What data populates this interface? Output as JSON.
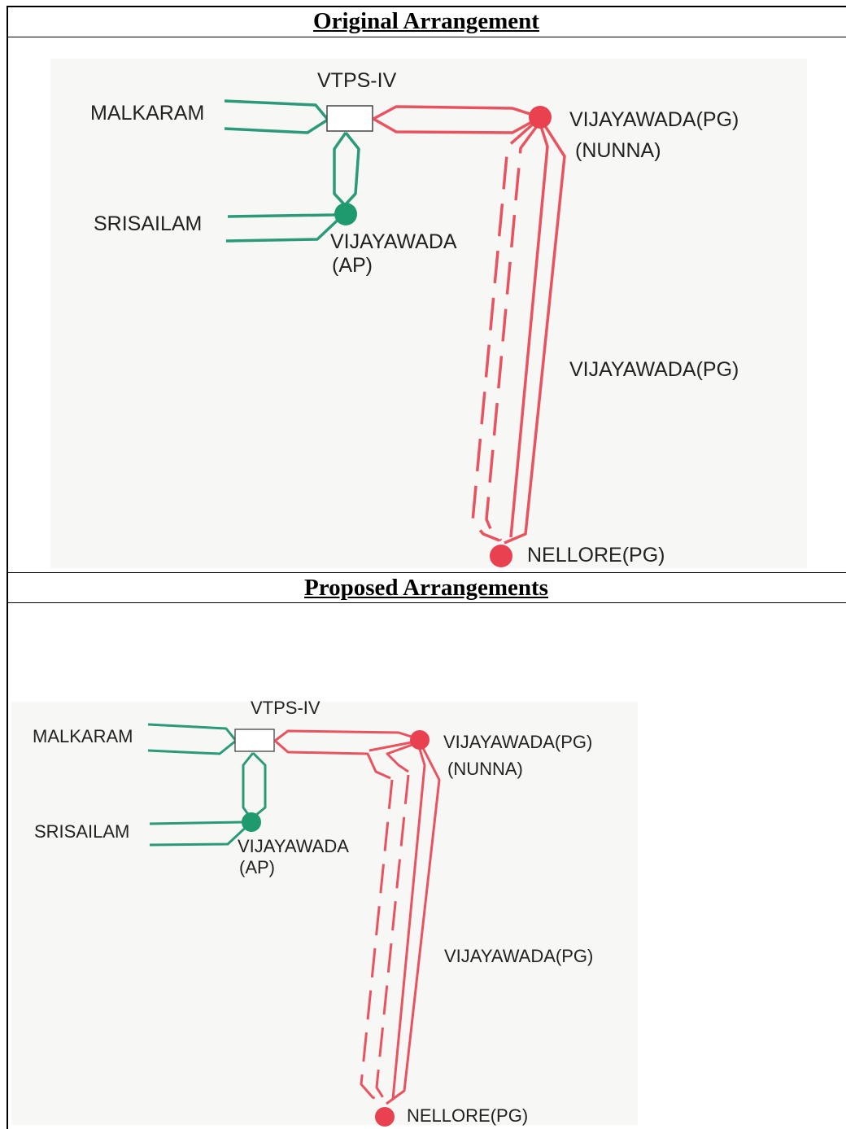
{
  "sections": [
    {
      "heading": "Original Arrangement",
      "labels": {
        "vtps": "VTPS-IV",
        "malkaram": "MALKARAM",
        "srisailam": "SRISAILAM",
        "vija_ap_1": "VIJAYAWADA",
        "vija_ap_2": "(AP)",
        "vija_pg": "VIJAYAWADA(PG)",
        "nunna": "(NUNNA)",
        "line_label": "VIJAYAWADA(PG)",
        "nellore": "NELLORE(PG)"
      }
    },
    {
      "heading": "Proposed Arrangements",
      "labels": {
        "vtps": "VTPS-IV",
        "malkaram": "MALKARAM",
        "srisailam": "SRISAILAM",
        "vija_ap_1": "VIJAYAWADA",
        "vija_ap_2": "(AP)",
        "vija_pg": "VIJAYAWADA(PG)",
        "nunna": "(NUNNA)",
        "line_label": "VIJAYAWADA(PG)",
        "nellore": "NELLORE(PG)"
      }
    }
  ],
  "colors": {
    "green_line": "#2a9a78",
    "green_node": "#1f9a6e",
    "red_line": "#e8535f",
    "red_node": "#e9414f"
  }
}
